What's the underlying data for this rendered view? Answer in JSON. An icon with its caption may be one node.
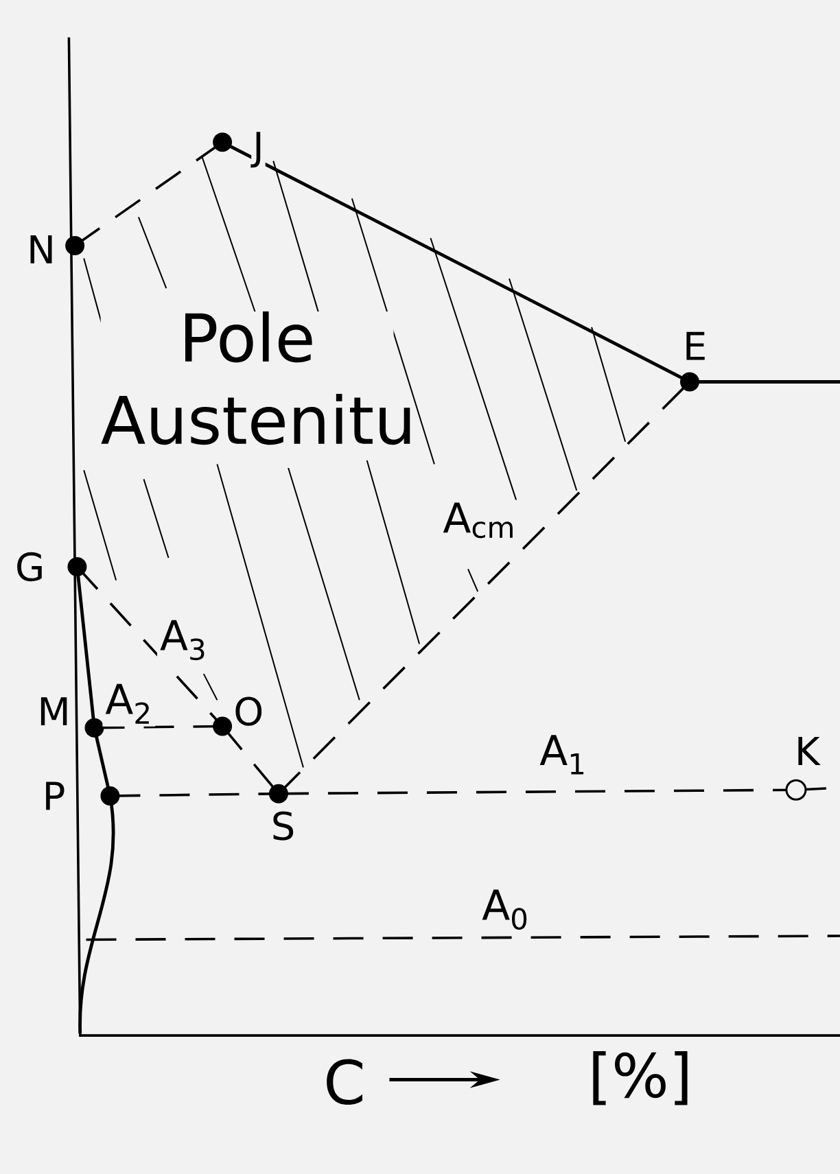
{
  "diagram": {
    "nodes": [
      {
        "text": [
          "N"
        ]
      },
      {
        "text": [
          "J"
        ]
      },
      {
        "text": [
          "E"
        ]
      },
      {
        "text": [
          "G"
        ]
      },
      {
        "text": [
          "M"
        ]
      },
      {
        "text": [
          "O"
        ]
      },
      {
        "text": [
          "P"
        ]
      },
      {
        "text": [
          "S"
        ]
      },
      {
        "text": [
          "K"
        ]
      }
    ],
    "edges": [
      {
        "from": 0,
        "to": 1,
        "arrow": "none",
        "style": "dashed"
      },
      {
        "from": 1,
        "to": 2,
        "arrow": "none"
      },
      {
        "from": 2,
        "to": null,
        "arrow": "none"
      },
      {
        "from": 3,
        "to": 4,
        "arrow": "none"
      },
      {
        "from": 4,
        "to": 6,
        "arrow": "none"
      },
      {
        "from": 3,
        "to": 5,
        "arrow": "none",
        "style": "dashed",
        "label": "A$_{3}$"
      },
      {
        "from": 4,
        "to": 5,
        "arrow": "none",
        "style": "dashed",
        "label": "A$_{2}$"
      },
      {
        "from": 5,
        "to": 7,
        "arrow": "none",
        "style": "dashed"
      },
      {
        "from": 6,
        "to": 7,
        "arrow": "none",
        "style": "dashed"
      },
      {
        "from": 7,
        "to": 8,
        "arrow": "none",
        "style": "dashed",
        "label": "A$_{1}$"
      },
      {
        "from": 8,
        "to": null,
        "arrow": "none",
        "style": "dashed"
      },
      {
        "from": 7,
        "to": 2,
        "arrow": "none",
        "style": "dashed",
        "label": "A$_{cm}$"
      },
      {
        "from": 6,
        "to": null,
        "arrow": "none"
      }
    ],
    "labels": [
      "Pole Austenitu",
      "A$_{0}$",
      "C",
      "[%]"
    ]
  }
}
